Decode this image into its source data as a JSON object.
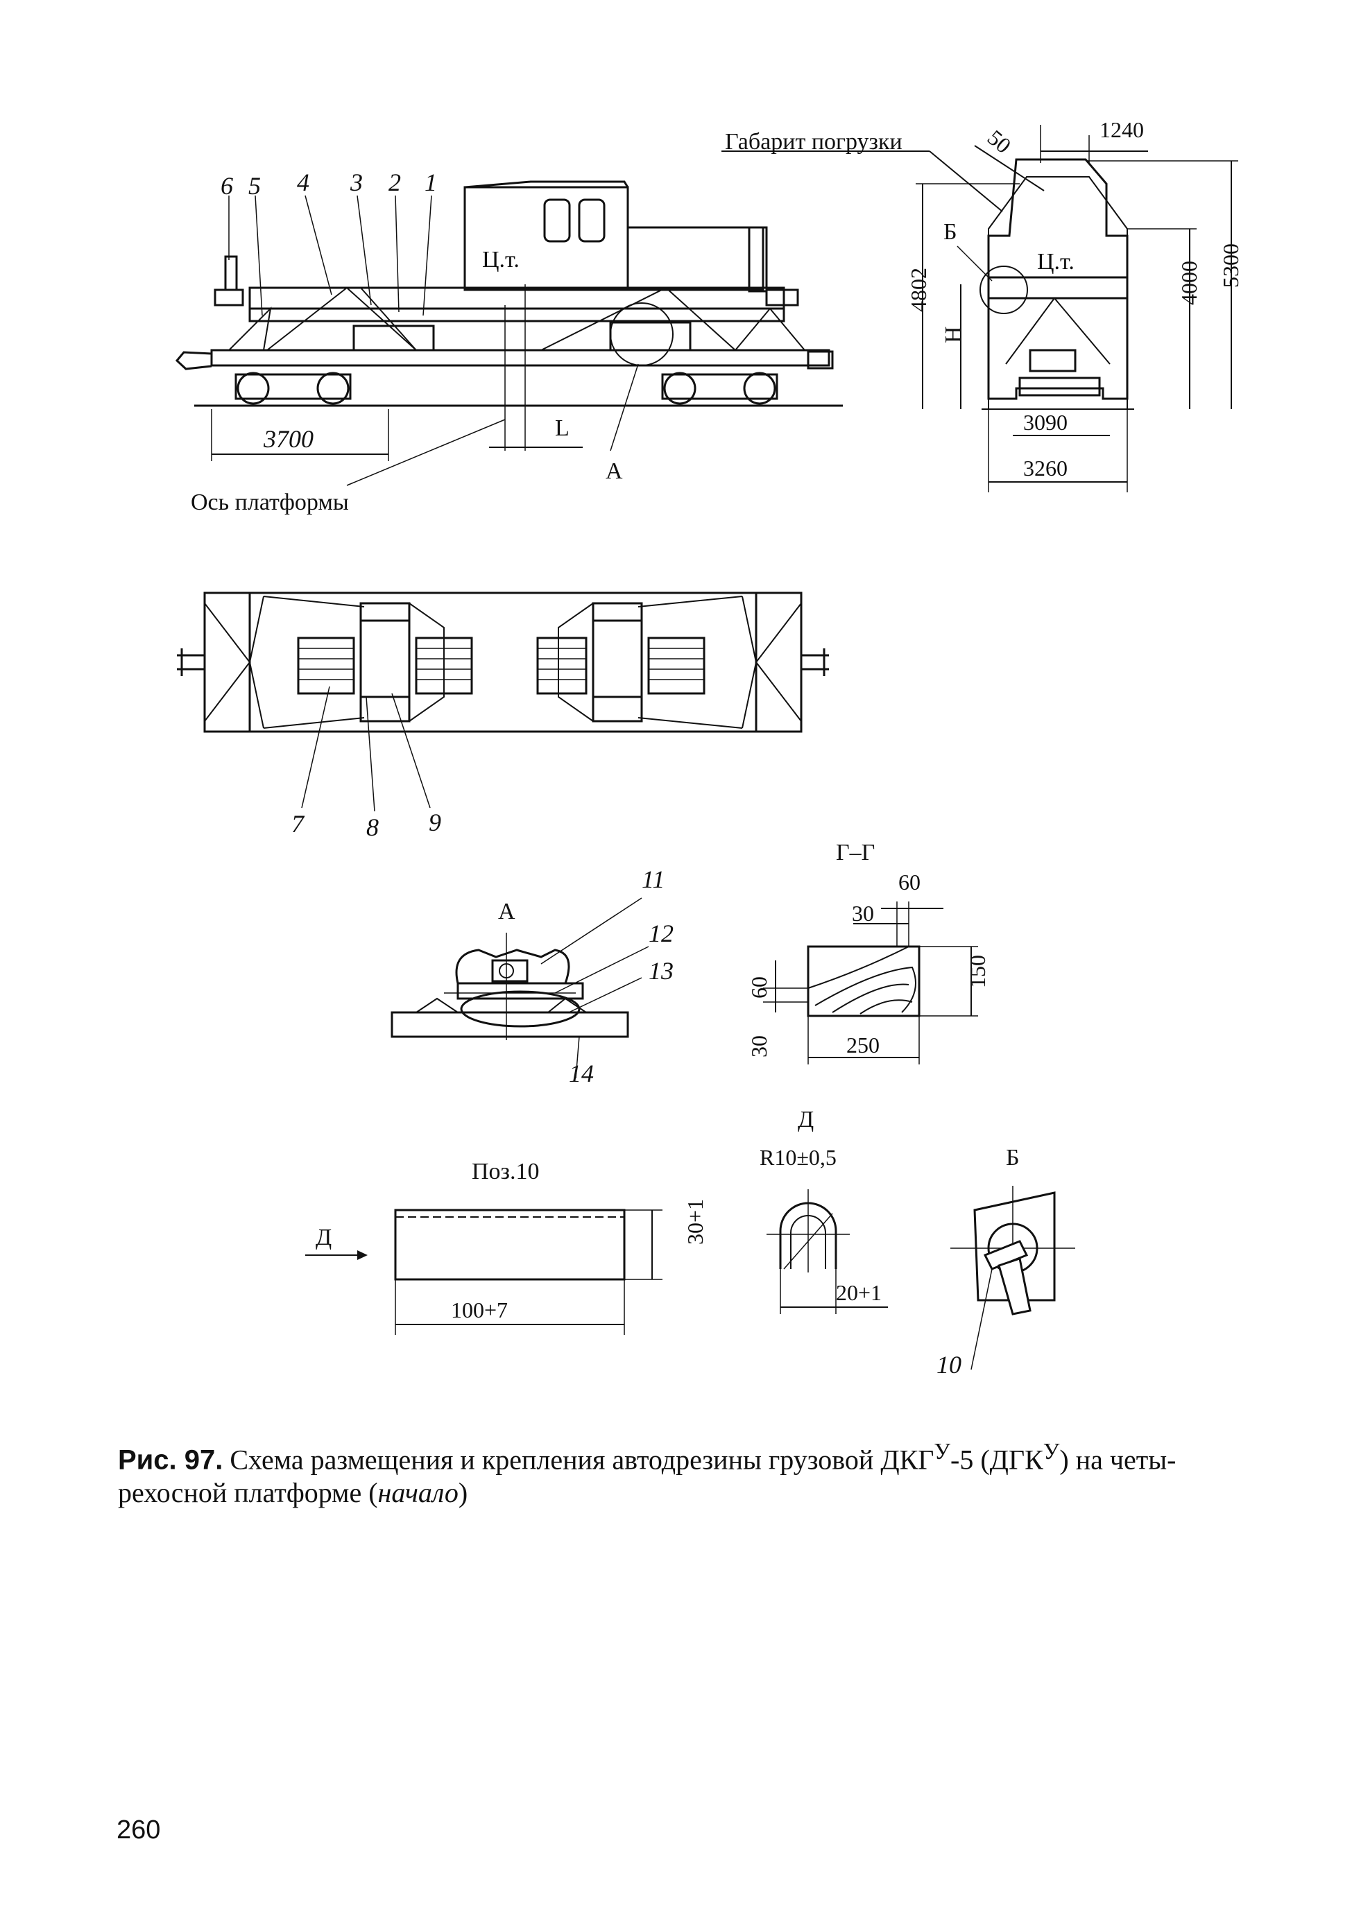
{
  "figure": {
    "side_view": {
      "callouts": [
        "6",
        "5",
        "4",
        "3",
        "2",
        "1"
      ],
      "cg_label": "Ц.т.",
      "dim_3700": "3700",
      "dim_L": "L",
      "axis_label": "Ось платформы",
      "view_A": "А"
    },
    "end_view": {
      "gauge_label": "Габарит погрузки",
      "dim_50": "50",
      "dim_1240": "1240",
      "label_B": "Б",
      "cg_label": "Ц.т.",
      "dim_4802": "4802",
      "dim_H": "H",
      "dim_4000": "4000",
      "dim_5300": "5300",
      "dim_3090": "3090",
      "dim_3260": "3260"
    },
    "plan_view": {
      "callouts": [
        "7",
        "8",
        "9"
      ]
    },
    "detail_A": {
      "title": "А",
      "callouts": [
        "11",
        "12",
        "13",
        "14"
      ]
    },
    "section_GG": {
      "title": "Г–Г",
      "dims": {
        "d60_top": "60",
        "d30_top": "30",
        "d150": "150",
        "d60_left": "60",
        "d30_left": "30",
        "d250": "250"
      }
    },
    "pos10": {
      "title": "Поз.10",
      "arrow_label": "Д",
      "dim_len": "100+7",
      "dim_h": "30+1"
    },
    "detail_D": {
      "title": "Д",
      "radius": "R10±0,5",
      "dim": "20+1"
    },
    "detail_B": {
      "title": "Б",
      "callout": "10"
    }
  },
  "caption": {
    "fig_no": "Рис. 97.",
    "text": " Схема размещения и крепления автодрезины грузовой ДКГ",
    "sup1": "У",
    "text2": "-5 (ДГК",
    "sup2": "У",
    "text3": ") на четы-рехосной платформе (",
    "italic": "начало",
    "text4": ")"
  },
  "page_number": "260"
}
